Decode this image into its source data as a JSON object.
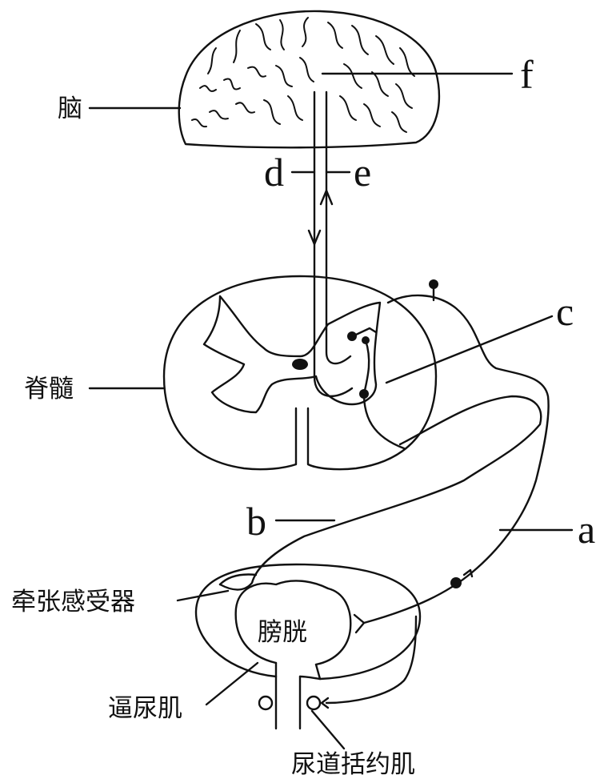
{
  "labels": {
    "brain": "脑",
    "spinal_cord": "脊髓",
    "stretch_receptor": "牵张感受器",
    "bladder": "膀胱",
    "detrusor": "逼尿肌",
    "sphincter": "尿道括约肌",
    "a": "a",
    "b": "b",
    "c": "c",
    "d": "d",
    "e": "e",
    "f": "f"
  },
  "colors": {
    "ink": "#111111",
    "background": "#ffffff"
  }
}
